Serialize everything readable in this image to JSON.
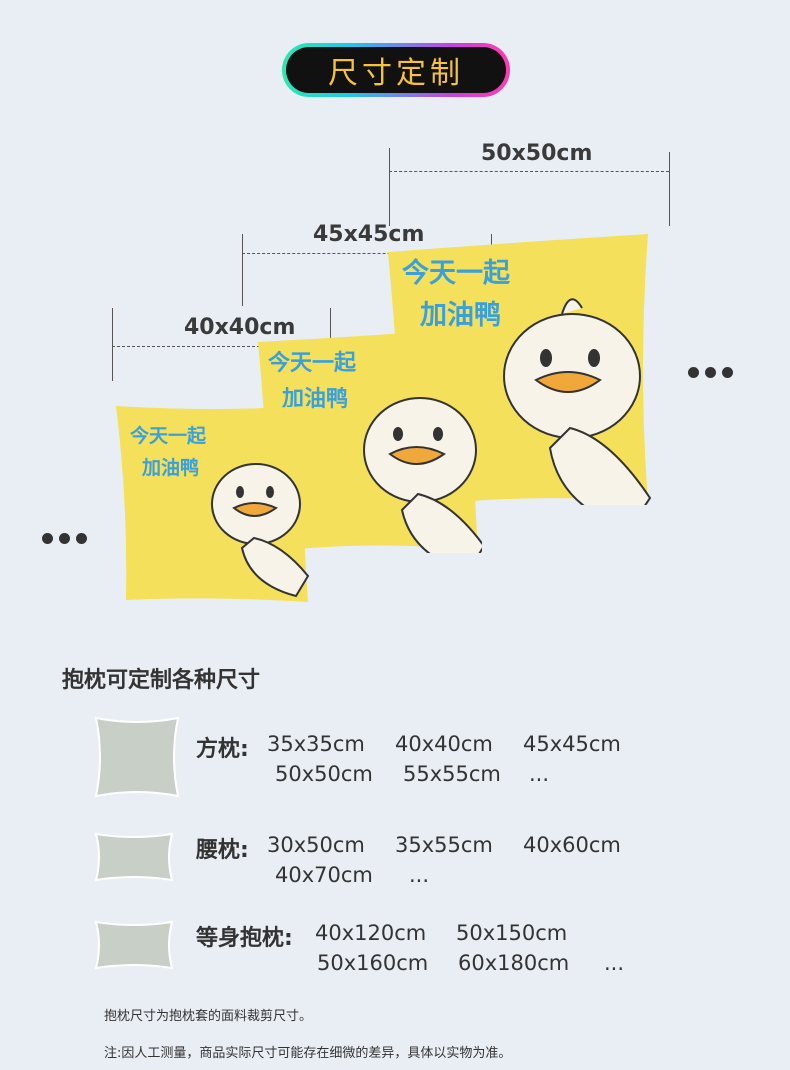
{
  "title": "尺寸定制",
  "dimensions": [
    "50x50cm",
    "45x45cm",
    "40x40cm"
  ],
  "pillow_text": {
    "line1": "今天一起",
    "line2": "加油鸭"
  },
  "section_title": "抱枕可定制各种尺寸",
  "rows": [
    {
      "label": "方枕:",
      "line1": [
        "35x35cm",
        "40x40cm",
        "45x45cm"
      ],
      "line2": [
        "50x50cm",
        "55x55cm",
        "..."
      ]
    },
    {
      "label": "腰枕:",
      "line1": [
        "30x50cm",
        "35x55cm",
        "40x60cm"
      ],
      "line2": [
        "40x70cm",
        "..."
      ]
    },
    {
      "label": "等身抱枕:",
      "line1": [
        "40x120cm",
        "50x150cm"
      ],
      "line2": [
        "50x160cm",
        "60x180cm",
        "..."
      ]
    }
  ],
  "notes": [
    "抱枕尺寸为抱枕套的面料裁剪尺寸。",
    "注:因人工测量，商品实际尺寸可能存在细微的差异，具体以实物为准。"
  ],
  "colors": {
    "background": "#e9eef4",
    "pillow": "#f4e05a",
    "title_text": "#f5c23a",
    "text_blue": "#3aa0dc",
    "shape_fill": "#c8cfc6"
  }
}
